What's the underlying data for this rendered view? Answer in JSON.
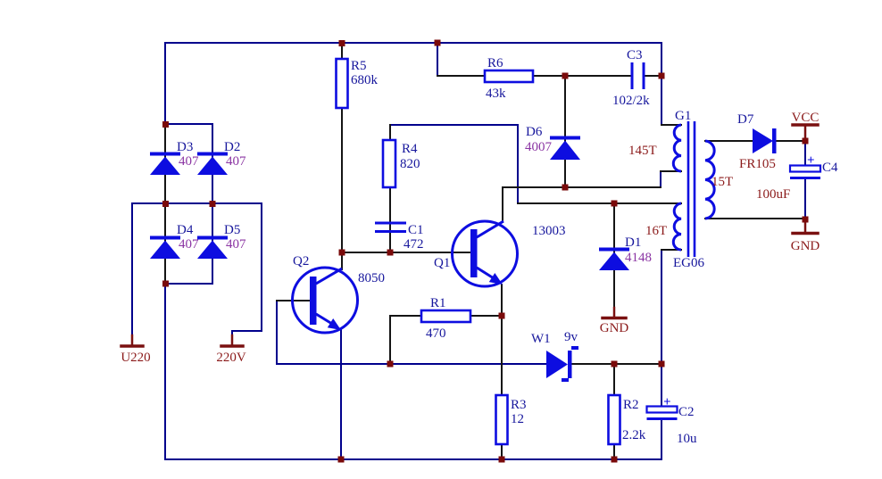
{
  "meta": {
    "type": "circuit-schematic",
    "subject": "switching power supply"
  },
  "colors": {
    "wire": "#00008C",
    "wire_black": "#141414",
    "component_blue": "#0D0DE0",
    "junction_dot": "#7A0A0A",
    "label_navy": "#16169C",
    "label_purple": "#8B35A3",
    "label_darkred": "#8B1A1A",
    "background": "#ffffff"
  },
  "symbols": {
    "plus": "+"
  },
  "components": {
    "d3": {
      "ref": "D3",
      "val": "407"
    },
    "d2": {
      "ref": "D2",
      "val": "407"
    },
    "d4": {
      "ref": "D4",
      "val": "407"
    },
    "d5": {
      "ref": "D5",
      "val": "407"
    },
    "r5": {
      "ref": "R5",
      "val": "680k"
    },
    "r6": {
      "ref": "R6",
      "val": "43k"
    },
    "c3": {
      "ref": "C3",
      "val": "102/2k"
    },
    "d6": {
      "ref": "D6",
      "val": "4007"
    },
    "d1": {
      "ref": "D1",
      "val": "4148"
    },
    "d7": {
      "ref": "D7",
      "val": "FR105"
    },
    "r4": {
      "ref": "R4",
      "val": "820"
    },
    "c1": {
      "ref": "C1",
      "val": "472"
    },
    "q1": {
      "ref": "Q1",
      "val": "13003"
    },
    "q2": {
      "ref": "Q2",
      "val": "8050"
    },
    "r1": {
      "ref": "R1",
      "val": "470"
    },
    "w1": {
      "ref": "W1",
      "val": "9v"
    },
    "r3": {
      "ref": "R3",
      "val": "12"
    },
    "r2": {
      "ref": "R2",
      "val": "2.2k"
    },
    "c2": {
      "ref": "C2",
      "val": "10u"
    },
    "c4": {
      "ref": "C4",
      "val": "100uF"
    }
  },
  "transformer": {
    "ref": "G1",
    "model": "EG06",
    "primary_turns": "145T",
    "secondary_turns": "15T",
    "feedback_turns": "16T"
  },
  "power": {
    "vcc": "VCC",
    "gnd": "GND",
    "input_u": "U220",
    "input_v": "220V"
  }
}
